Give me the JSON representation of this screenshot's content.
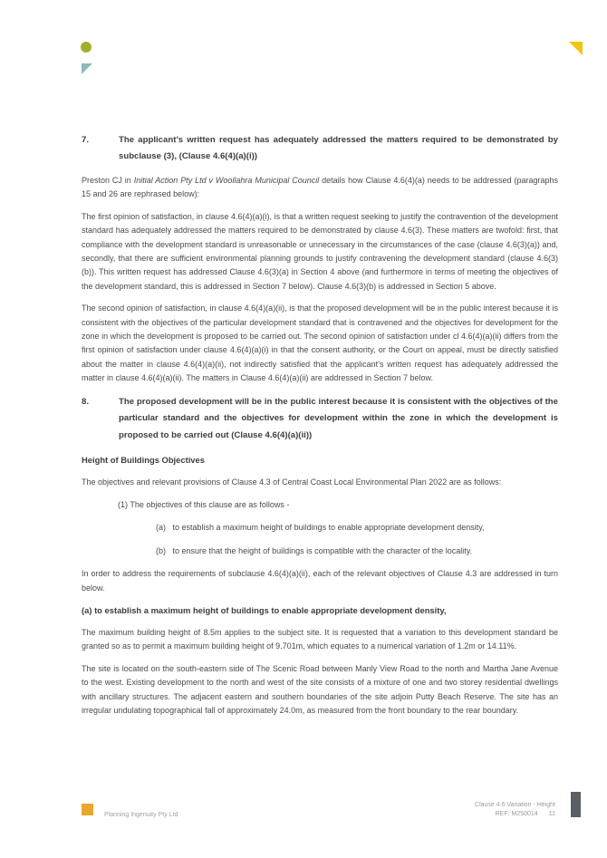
{
  "section7": {
    "number": "7.",
    "title": "The applicant’s written request has adequately addressed the matters required to be demonstrated by subclause (3), (Clause 4.6(4)(a)(i))",
    "intro_before_case": "Preston CJ in ",
    "case_name": "Initial Action Pty Ltd v Woollahra Municipal Council",
    "intro_after_case": " details how Clause 4.6(4)(a) needs to be addressed (paragraphs 15 and 26 are rephrased below):",
    "paragraph_first_opinion": "The first opinion of satisfaction, in clause 4.6(4)(a)(i), is that a written request seeking to justify the contravention of the development standard has adequately addressed the matters required to be demonstrated by clause 4.6(3). These matters are twofold: first, that compliance with the development standard is unreasonable or unnecessary in the circumstances of the case (clause 4.6(3)(a)) and, secondly, that there are sufficient environmental planning grounds to justify contravening the development standard (clause 4.6(3)(b)). This written request has addressed Clause 4.6(3)(a) in Section 4 above (and furthermore in terms of meeting the objectives of the development standard, this is addressed in Section 7 below). Clause 4.6(3)(b) is addressed in Section 5 above.",
    "paragraph_second_opinion": "The second opinion of satisfaction, in clause 4.6(4)(a)(ii), is that the proposed development will be in the public interest because it is consistent with the objectives of the particular development standard that is contravened and the objectives for development for the zone in which the development is proposed to be carried out. The second opinion of satisfaction under cl 4.6(4)(a)(ii) differs from the first opinion of satisfaction under clause 4.6(4)(a)(i) in that the consent authority, or the Court on appeal, must be directly satisfied about the matter in clause 4.6(4)(a)(ii), not indirectly satisfied that the applicant’s written request has adequately addressed the matter in clause 4.6(4)(a)(ii). The matters in Clause 4.6(4)(a)(ii) are addressed in Section 7 below."
  },
  "section8": {
    "number": "8.",
    "title": "The proposed development will be in the public interest because it is consistent with the objectives of the particular standard and the objectives for development within the zone in which the development is proposed to be carried out (Clause 4.6(4)(a)(ii))",
    "subheading": "Height of Buildings Objectives",
    "intro": "The objectives and relevant provisions of Clause 4.3 of Central Coast Local Environmental Plan 2022 are as follows:",
    "clause_1": "(1)  The objectives of this clause are as follows -",
    "clause_a_marker": "(a)",
    "clause_a_text": "to establish a maximum height of buildings to enable appropriate development density,",
    "clause_b_marker": "(b)",
    "clause_b_text": "to ensure that the height of buildings is compatible with the character of the locality.",
    "address_paragraph": "In order to address the requirements of subclause 4.6(4)(a)(ii), each of the relevant objectives of Clause 4.3 are addressed in turn below.",
    "objective_a_heading": "(a)  to establish a maximum height of buildings to enable appropriate development density,",
    "max_height_paragraph": "The maximum building height of 8.5m applies to the subject site. It is requested that a variation to this development standard be granted so as to permit a maximum building height of 9.701m, which equates to a numerical variation of 1.2m or 14.11%.",
    "site_paragraph": "The site is located on the south-eastern side of The Scenic Road between Manly View Road to the north and Martha Jane Avenue to the west. Existing development to the north and west of the site consists of a mixture of one and two storey residential dwellings with ancillary structures. The adjacent eastern and southern boundaries of the site adjoin Putty Beach Reserve. The site has an irregular undulating topographical fall of approximately 24.0m, as measured from the front boundary to the rear boundary."
  },
  "footer": {
    "company": "Planning Ingenuity Pty Ltd",
    "doc_title": "Clause 4.6 Variation - Height",
    "ref": "REF: M250014",
    "page_number": "11"
  },
  "colors": {
    "logo_dot": "#a3ad2d",
    "logo_triangle": "#8fb8ba",
    "corner_mark": "#f2c413",
    "footer_square": "#e9a72d",
    "footer_bar": "#5a5f66"
  }
}
